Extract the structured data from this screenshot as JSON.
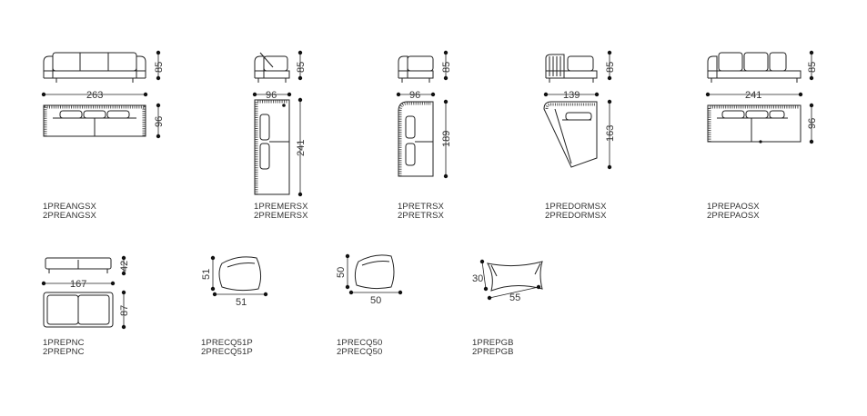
{
  "items": [
    {
      "code1": "1PREANGSX",
      "code2": "2PREANGSX",
      "width": "263",
      "height": "85",
      "depth": "96"
    },
    {
      "code1": "1PREMERSX",
      "code2": "2PREMERSX",
      "width": "96",
      "height": "85",
      "depth": "241"
    },
    {
      "code1": "1PRETRSX",
      "code2": "2PRETRSX",
      "width": "96",
      "height": "85",
      "depth": "189"
    },
    {
      "code1": "1PREDORMSX",
      "code2": "2PREDORMSX",
      "width": "139",
      "height": "85",
      "depth": "163"
    },
    {
      "code1": "1PREPAOSX",
      "code2": "2PREPAOSX",
      "width": "241",
      "height": "85",
      "depth": "96"
    },
    {
      "code1": "1PREPNC",
      "code2": "2PREPNC",
      "width": "167",
      "height": "42",
      "depth": "87"
    },
    {
      "code1": "1PRECQ51P",
      "code2": "2PRECQ51P",
      "width": "51",
      "height": "51"
    },
    {
      "code1": "1PRECQ50",
      "code2": "2PRECQ50",
      "width": "50",
      "height": "50"
    },
    {
      "code1": "1PREPGB",
      "code2": "2PREPGB",
      "width": "55",
      "height": "30"
    }
  ]
}
